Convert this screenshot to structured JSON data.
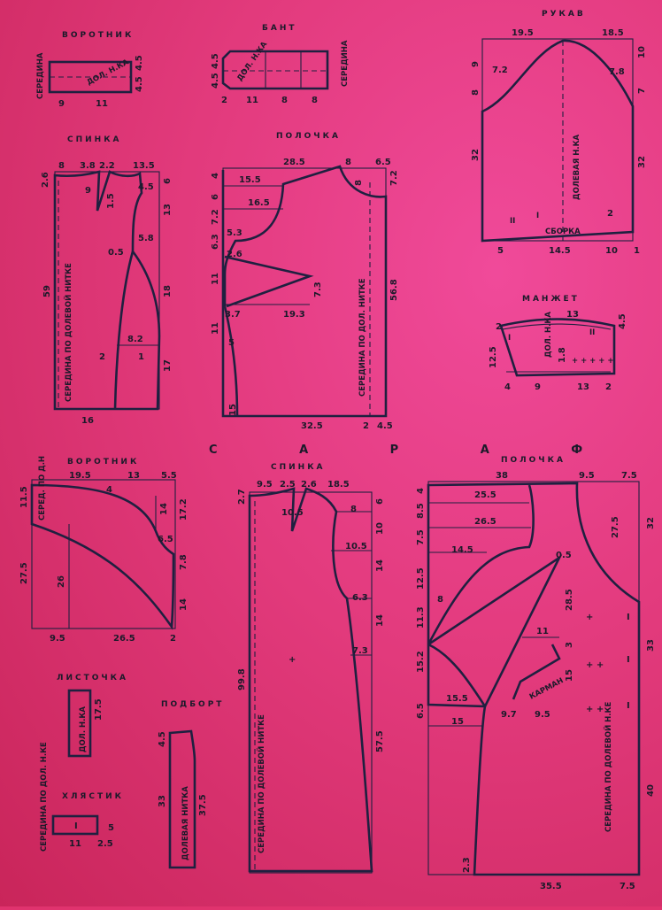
{
  "main_title": "С А Р А Ф А Н",
  "titles": {
    "t1_collar": "ВОРОТНИК",
    "t1_bow": "БАНТ",
    "t1_sleeve": "РУКАВ",
    "t1_back": "СПИНКА",
    "t1_front": "ПОЛОЧКА",
    "t1_cuff": "МАНЖЕТ",
    "t2_collar": "ВОРОТНИК",
    "t2_back": "СПИНКА",
    "t2_front": "ПОЛОЧКА",
    "t2_leaf": "ЛИСТОЧКА",
    "t2_facing": "ПОДБОРТ",
    "t2_hanger": "ХЛЯСТИК"
  },
  "labels": {
    "seredina": "СЕРЕДИНА",
    "dol_nka": "ДОЛ. Н.КА",
    "dolevaya_nka": "ДОЛЕВАЯ Н.КА",
    "sborka": "СБОРКА",
    "back1_center": "СЕРЕДИНА ПО ДОЛЕВОЙ НИТКЕ",
    "front1_center": "СЕРЕДИНА ПО ДОЛ. НИТКЕ",
    "collar2_center": "СЕРЕД. ПО Д.Н",
    "back2_center": "СЕРЕДИНА ПО ДОЛЕВОЙ НИТКЕ",
    "front2_center": "СЕРЕДИНА ПО ДОЛЕВОЙ Н.КЕ",
    "pocket": "КАРМАН",
    "leaf_grain": "ДОЛ. Н.КА",
    "facing_grain": "ДОЛЕВАЯ НИТКА",
    "hanger_center": "СЕРЕДИНА ПО ДОЛ. Н.КЕ"
  },
  "dims": {
    "col1": [
      "4.5",
      "4.5",
      "9",
      "11"
    ],
    "bow": [
      "4.5",
      "4.5",
      "2",
      "11",
      "8",
      "8"
    ],
    "sleeve": [
      "19.5",
      "18.5",
      "9",
      "10",
      "7.2",
      "7.8",
      "8",
      "7",
      "32",
      "32",
      "5",
      "14.5",
      "10",
      "1",
      "2",
      "II",
      "I"
    ],
    "back1": [
      "8",
      "3.8",
      "2.2",
      "13.5",
      "2.6",
      "6",
      "9",
      "4.5",
      "1.5",
      "13",
      "5.8",
      "0.5",
      "59",
      "18",
      "8.2",
      "2",
      "1",
      "17",
      "16"
    ],
    "front1": [
      "28.5",
      "8",
      "6.5",
      "4",
      "15.5",
      "6",
      "16.5",
      "7.2",
      "7.2",
      "5.3",
      "6.3",
      "2.6",
      "8",
      "11",
      "7.3",
      "3.7",
      "19.3",
      "56.8",
      "11",
      "5",
      "15",
      "32.5",
      "2",
      "4.5"
    ],
    "cuff": [
      "13",
      "2",
      "4.5",
      "I",
      "II",
      "12.5",
      "1.8",
      "4",
      "9",
      "13",
      "2"
    ],
    "collar2": [
      "19.5",
      "13",
      "5.5",
      "11.5",
      "4",
      "14",
      "17.2",
      "6.5",
      "7.8",
      "27.5",
      "26",
      "14",
      "9.5",
      "26.5",
      "2"
    ],
    "back2": [
      "9.5",
      "2.5",
      "2.6",
      "18.5",
      "2.7",
      "10.5",
      "8",
      "6",
      "10",
      "10.5",
      "14",
      "6.3",
      "14",
      "7.3",
      "99.8",
      "57.5"
    ],
    "front2": [
      "38",
      "9.5",
      "7.5",
      "4",
      "25.5",
      "8.5",
      "26.5",
      "7.5",
      "32",
      "14.5",
      "27.5",
      "12.5",
      "0.5",
      "28.5",
      "8",
      "11.3",
      "11",
      "3",
      "15.2",
      "15",
      "33",
      "15.5",
      "9.7",
      "9.5",
      "6.5",
      "15",
      "40",
      "2.3",
      "35.5",
      "7.5"
    ],
    "leaf": [
      "17.5"
    ],
    "facing": [
      "4.5",
      "33",
      "37.5"
    ],
    "hanger": [
      "5",
      "11",
      "2.5",
      "I"
    ]
  }
}
